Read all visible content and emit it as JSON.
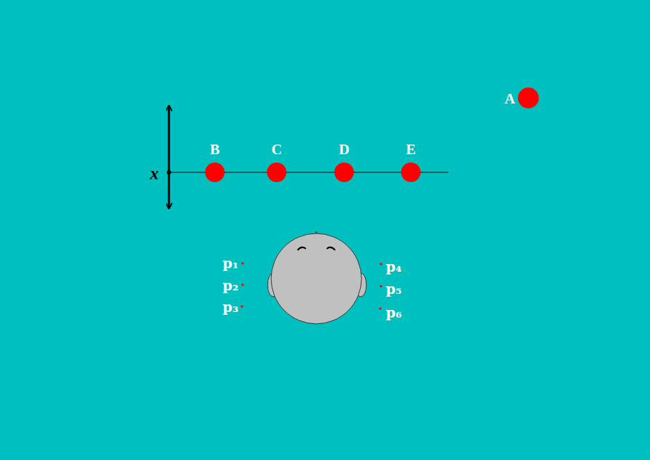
{
  "diagram": {
    "nodes": [
      {
        "text": [
          "A"
        ]
      },
      {
        "text": [
          "B"
        ]
      },
      {
        "text": [
          "C"
        ]
      },
      {
        "text": [
          "D"
        ]
      },
      {
        "text": [
          "E"
        ]
      }
    ],
    "labels": [
      "x",
      "p₁",
      "p₂",
      "p₃",
      "p₄",
      "p₅",
      "p₆"
    ]
  }
}
